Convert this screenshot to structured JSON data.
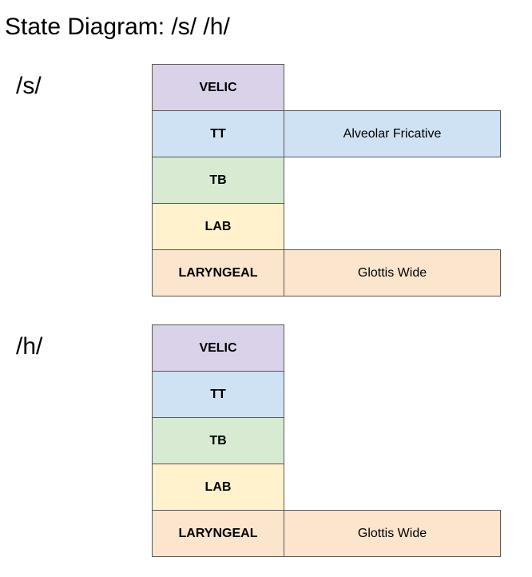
{
  "title": "State Diagram: /s/ /h/",
  "tier_colors": {
    "VELIC": "#d9d2e9",
    "TT": "#cfe2f3",
    "TB": "#d9ead3",
    "LAB": "#fff2cc",
    "LARYNGEAL": "#fce5cd"
  },
  "segments": [
    {
      "label": "/s/",
      "tiers": [
        {
          "name": "VELIC",
          "gesture": null
        },
        {
          "name": "TT",
          "gesture": "Alveolar Fricative"
        },
        {
          "name": "TB",
          "gesture": null
        },
        {
          "name": "LAB",
          "gesture": null
        },
        {
          "name": "LARYNGEAL",
          "gesture": "Glottis Wide"
        }
      ]
    },
    {
      "label": "/h/",
      "tiers": [
        {
          "name": "VELIC",
          "gesture": null
        },
        {
          "name": "TT",
          "gesture": null
        },
        {
          "name": "TB",
          "gesture": null
        },
        {
          "name": "LAB",
          "gesture": null
        },
        {
          "name": "LARYNGEAL",
          "gesture": "Glottis Wide"
        }
      ]
    }
  ]
}
